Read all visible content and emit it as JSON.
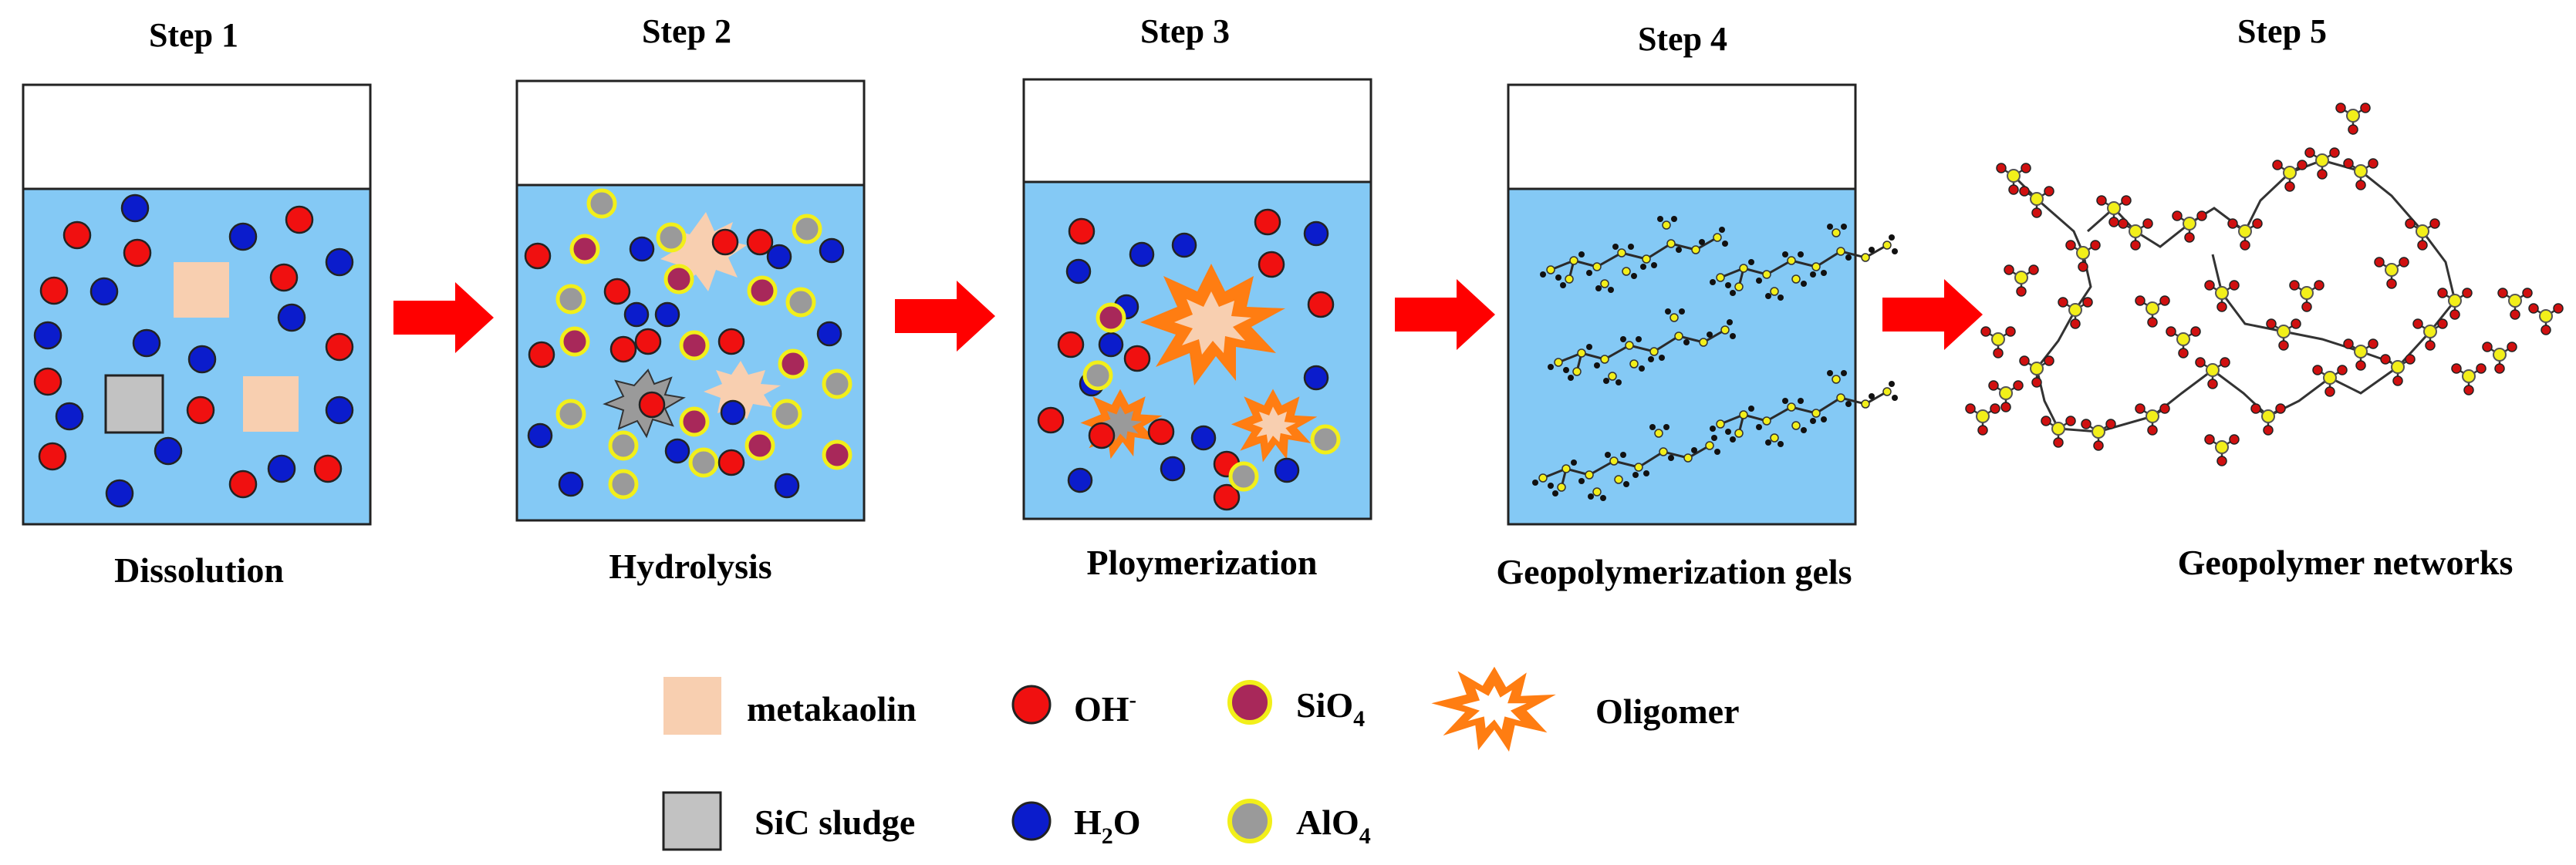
{
  "steps": [
    {
      "title": "Step 1",
      "caption": "Dissolution"
    },
    {
      "title": "Step 2",
      "caption": "Hydrolysis"
    },
    {
      "title": "Step 3",
      "caption": "Ploymerization"
    },
    {
      "title": "Step 4",
      "caption": "Geopolymerization gels"
    },
    {
      "title": "Step 5",
      "caption": "Geopolymer networks"
    }
  ],
  "legend": {
    "metakaolin": "metakaolin",
    "sic": "SiC sludge",
    "oh": {
      "base": "OH",
      "sup": "-"
    },
    "h2o": {
      "a": "H",
      "sub": "2",
      "b": "O"
    },
    "sio4": {
      "base": "SiO",
      "sub": "4"
    },
    "alo4": {
      "base": "AlO",
      "sub": "4"
    },
    "oligomer": "Oligomer"
  },
  "colors": {
    "solution": "#84c9f5",
    "oh_particle": "#f01010",
    "h2o_particle": "#0b1ccc",
    "sio4_particle": "#a8285a",
    "alo4_particle": "#9a9a9a",
    "ring": "#f2ef1a",
    "metakaolin": "#f8cfb0",
    "sic": "#c2c2c2",
    "oligomer": "#ff7d12",
    "arrow": "#ff0000"
  }
}
